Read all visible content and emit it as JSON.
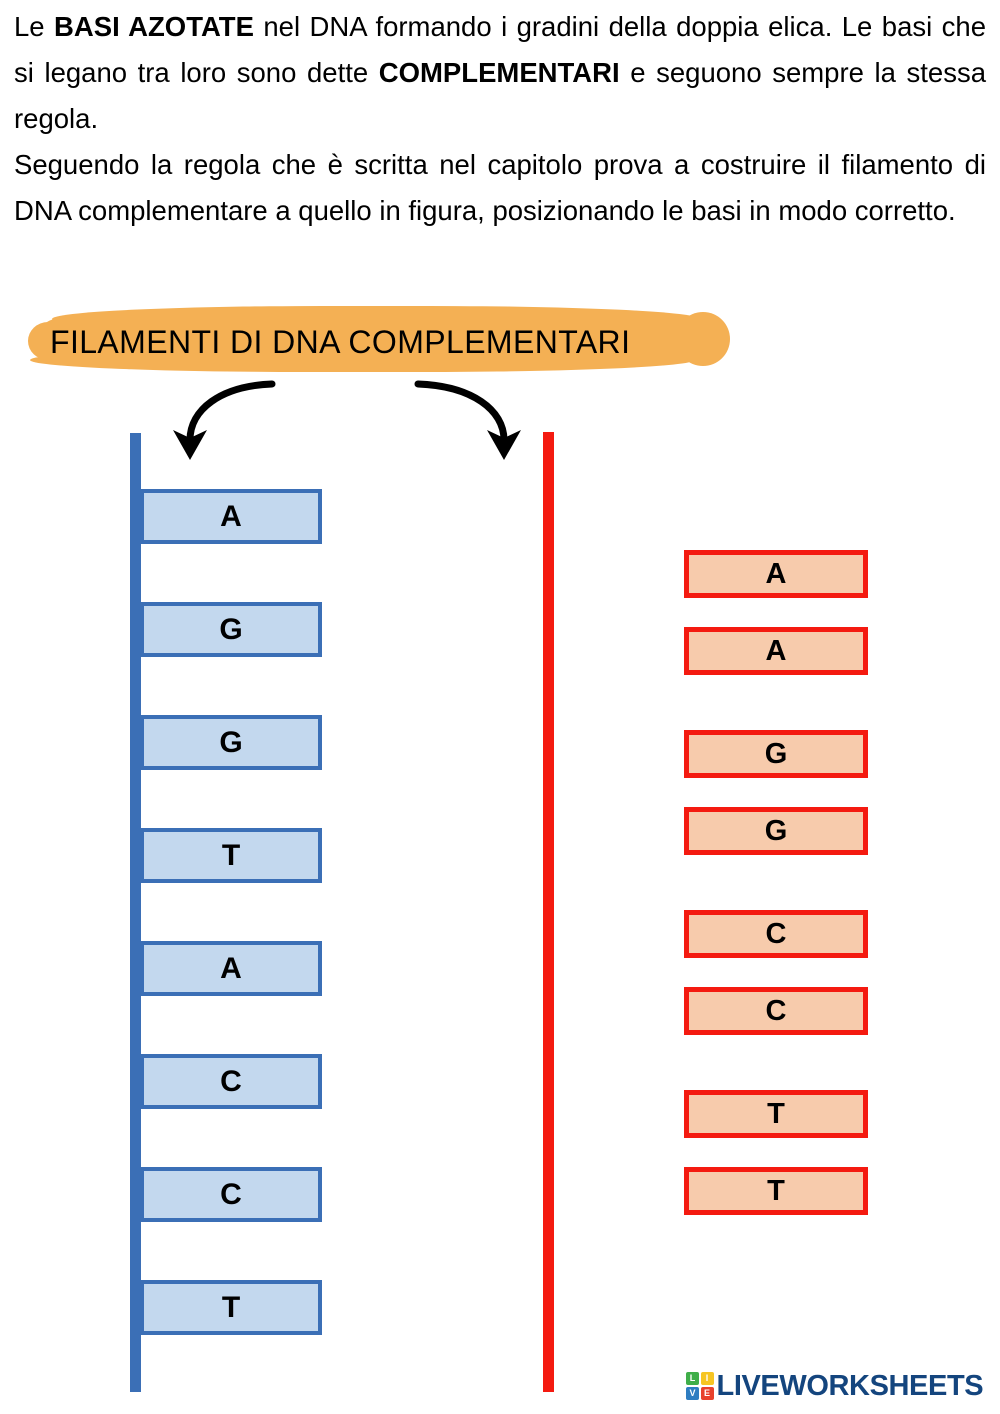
{
  "document": {
    "language": "it",
    "background": "#ffffff"
  },
  "intro": {
    "paragraph1": {
      "before_bold": "Le ",
      "bold": "BASI AZOTATE",
      "after_bold": "  nel DNA formando i gradini della doppia elica. Le basi che si legano tra loro sono dette ",
      "bold2": "COMPLEMENTARI",
      "tail": " e seguono sempre la stessa regola."
    },
    "paragraph2": "Seguendo la regola che è scritta nel capitolo prova a costruire il filamento di DNA complementare a quello in figura, posizionando le basi in modo corretto."
  },
  "title": {
    "text": "FILAMENTI DI DNA COMPLEMENTARI",
    "highlight_color": "#F4B054",
    "text_color": "#000000"
  },
  "arrows": {
    "left_arrow_name": "curved-arrow-down-left",
    "right_arrow_name": "curved-arrow-down-right",
    "color": "#000000",
    "count": 2
  },
  "strands": {
    "left": {
      "label": "template-strand",
      "backbone_color": "#3B6FB6",
      "box_fill": "#C3D8EE",
      "box_border": "#3B6FB6",
      "bases": [
        "A",
        "G",
        "G",
        "T",
        "A",
        "C",
        "C",
        "T"
      ]
    },
    "right": {
      "label": "answer-bank-strand",
      "backbone_color": "#F41A10",
      "box_fill": "#F7CBAC",
      "box_border": "#F41A10",
      "bases": [
        "A",
        "A",
        "G",
        "G",
        "C",
        "C",
        "T",
        "T"
      ],
      "grouping": "pairs"
    }
  },
  "logo": {
    "tiles": [
      {
        "letter": "L",
        "color": "#3FAE49"
      },
      {
        "letter": "I",
        "color": "#F6C523"
      },
      {
        "letter": "V",
        "color": "#2E7DC1"
      },
      {
        "letter": "E",
        "color": "#E8412C"
      }
    ],
    "wordmark": "LIVEWORKSHEETS",
    "wordmark_color": "#14457E"
  }
}
